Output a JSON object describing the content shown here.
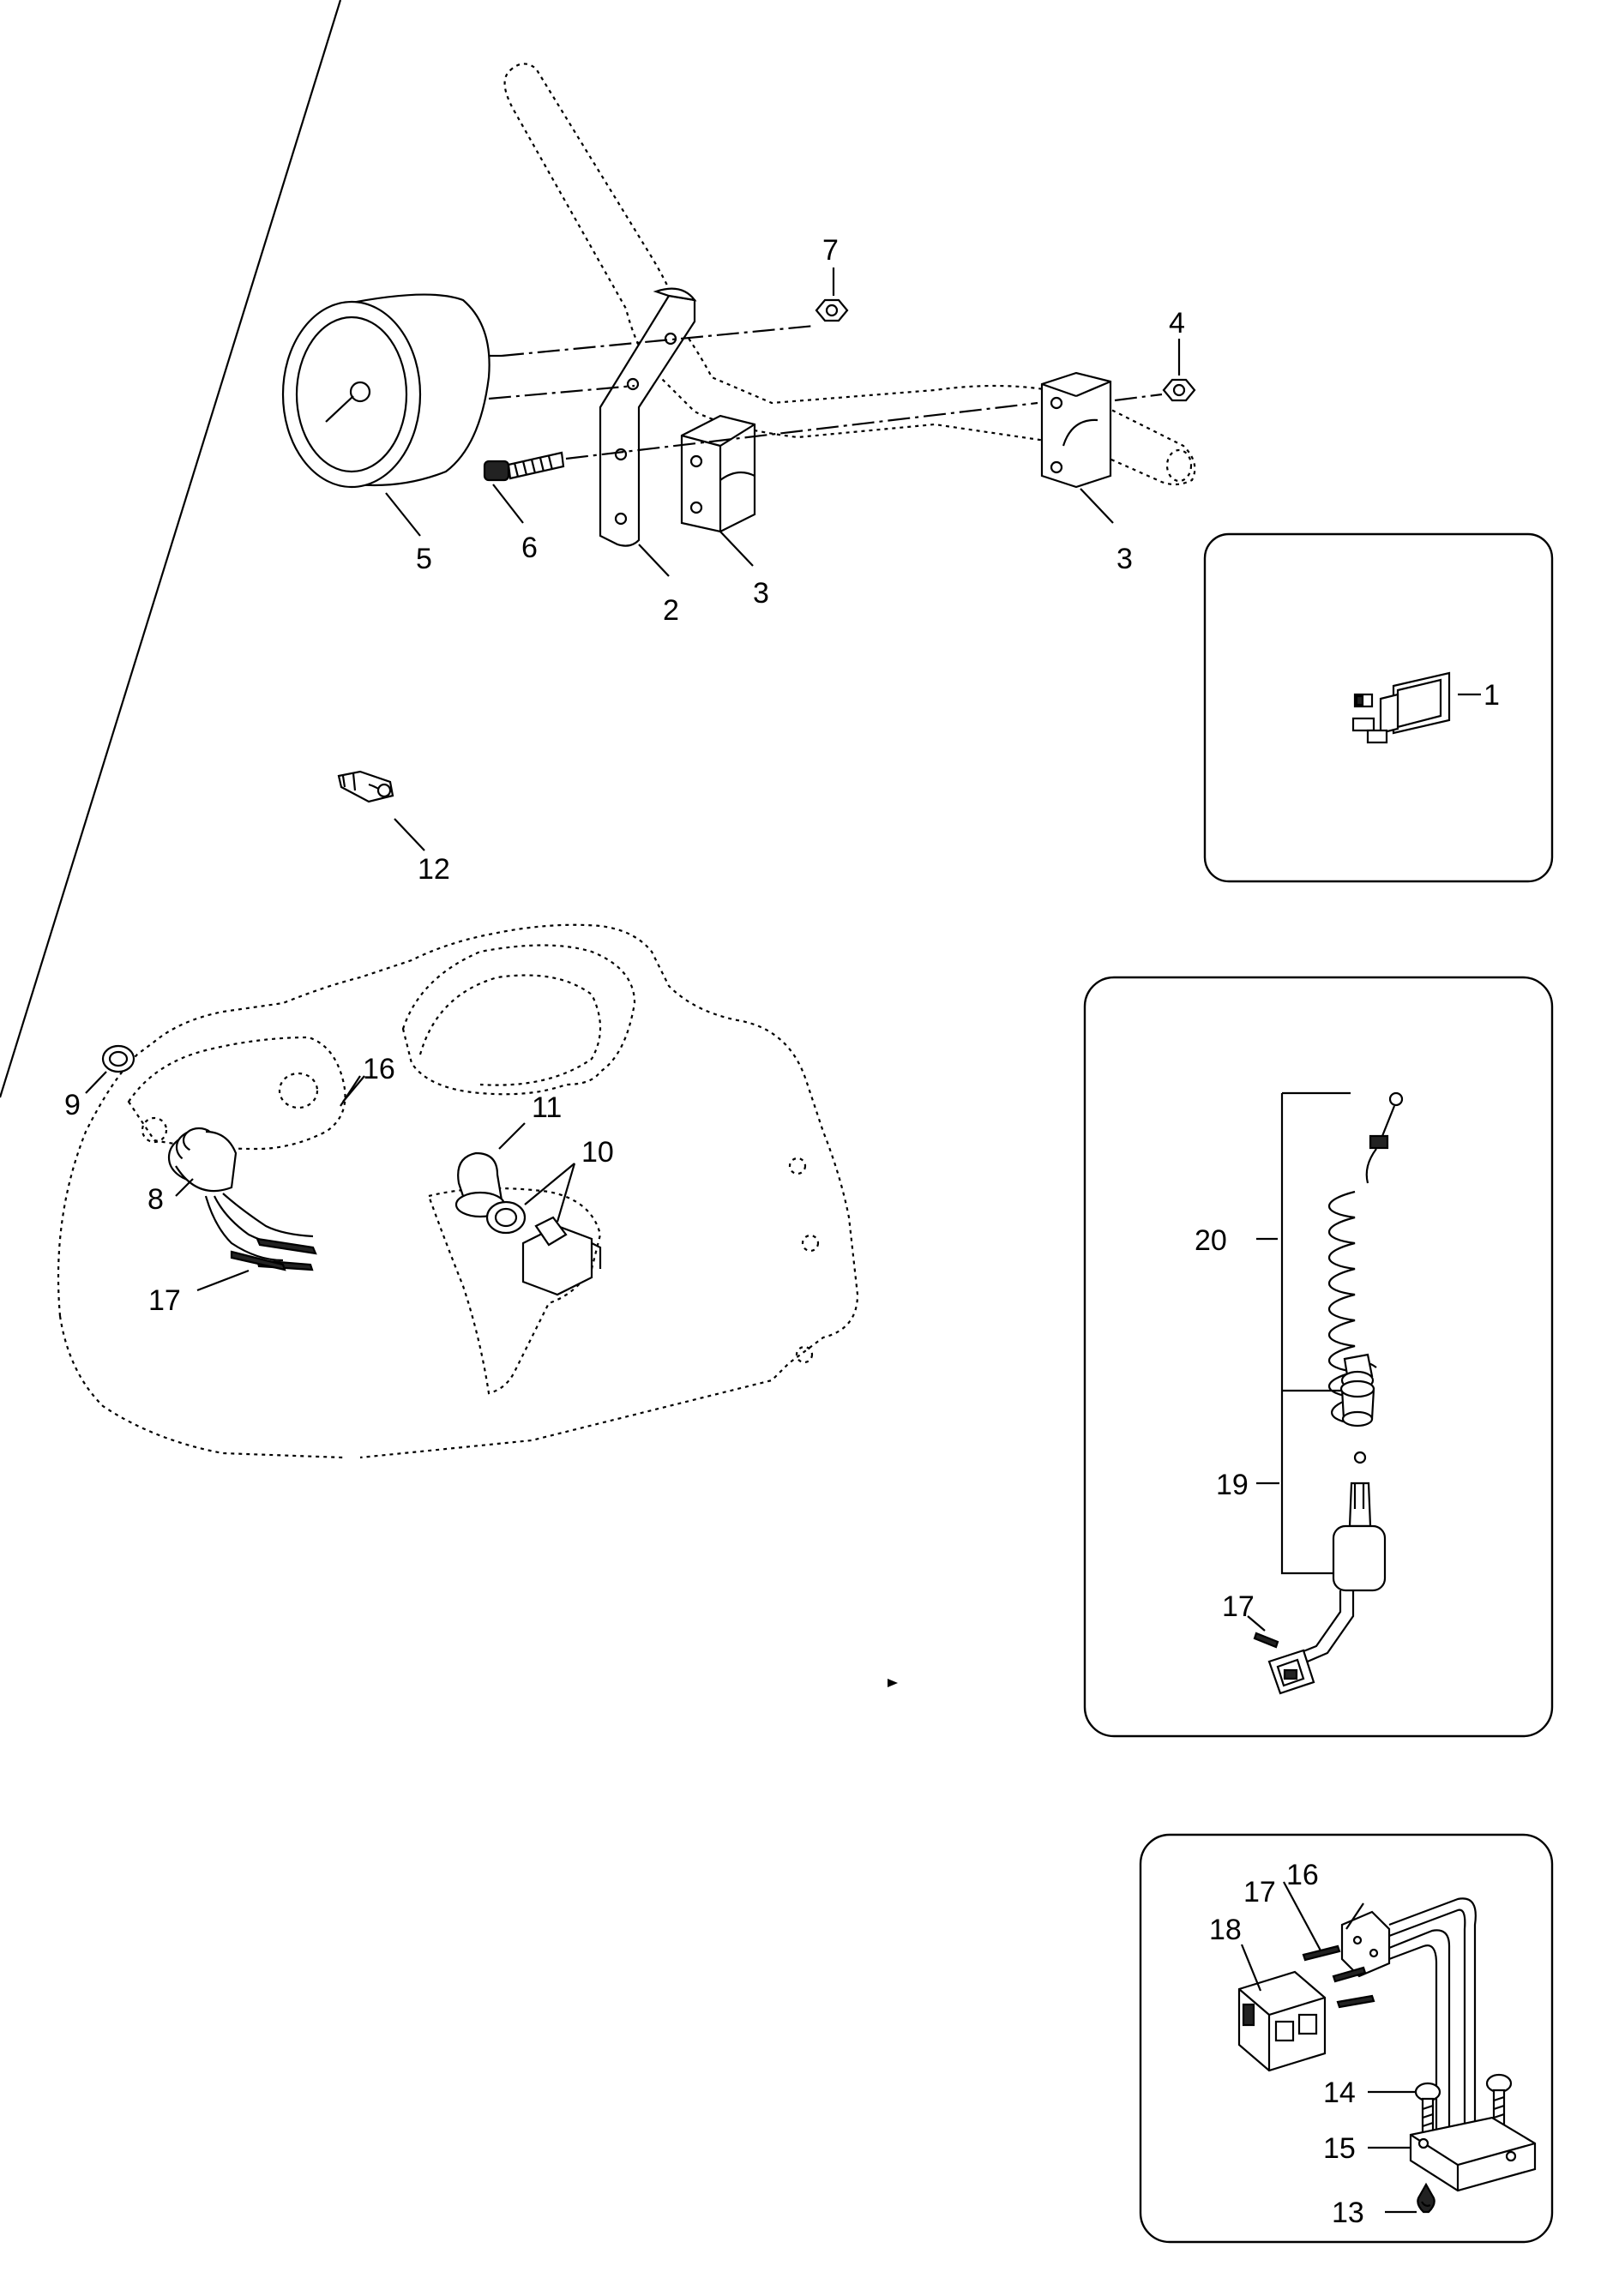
{
  "callouts": {
    "c1": "1",
    "c2": "2",
    "c3a": "3",
    "c3b": "3",
    "c4": "4",
    "c5": "5",
    "c6": "6",
    "c7": "7",
    "c8": "8",
    "c9": "9",
    "c10": "10",
    "c11": "11",
    "c12": "12",
    "c13": "13",
    "c14": "14",
    "c15": "15",
    "c16a": "16",
    "c16b": "16",
    "c17a": "17",
    "c17b": "17",
    "c17c": "17",
    "c18": "18",
    "c19": "19",
    "c20": "20"
  },
  "colors": {
    "line": "#000000",
    "background": "#ffffff"
  }
}
